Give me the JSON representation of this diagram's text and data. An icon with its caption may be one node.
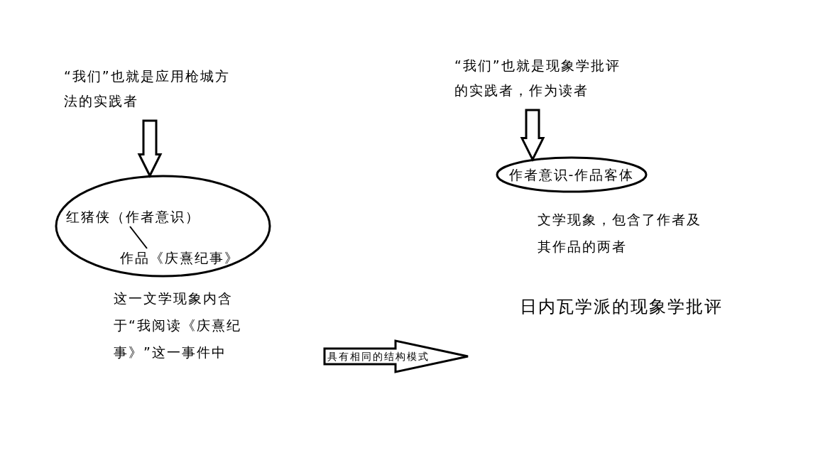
{
  "diagram": {
    "nodes": [
      {
        "text": [
          "“我们”也就是应用枪城方法的实践者"
        ]
      },
      {
        "text": [],
        "shape": "ellipse"
      },
      {
        "text": [
          "红猪侠（作者意识）"
        ],
        "in": 1
      },
      {
        "text": [
          "作品《庆熹纪事》"
        ],
        "in": 1
      },
      {
        "text": [
          "“我们”也就是现象学批评的实践者，作为读者"
        ]
      },
      {
        "text": [
          "作者意识-作品客体"
        ]
      },
      {
        "text": [
          "具有相同的结构模式"
        ]
      }
    ],
    "edges": [
      {
        "from": 0,
        "to": 1,
        "arrow": "to"
      },
      {
        "from": 2,
        "to": 3,
        "arrow": "none"
      },
      {
        "from": 4,
        "to": 5,
        "arrow": "to"
      }
    ],
    "labels": [
      "这一文学现象内含于“我阅读《庆熹纪事》”这一事件中",
      "文学现象，包含了作者及其作品的两者",
      "日内瓦学派的现象学批评"
    ]
  }
}
